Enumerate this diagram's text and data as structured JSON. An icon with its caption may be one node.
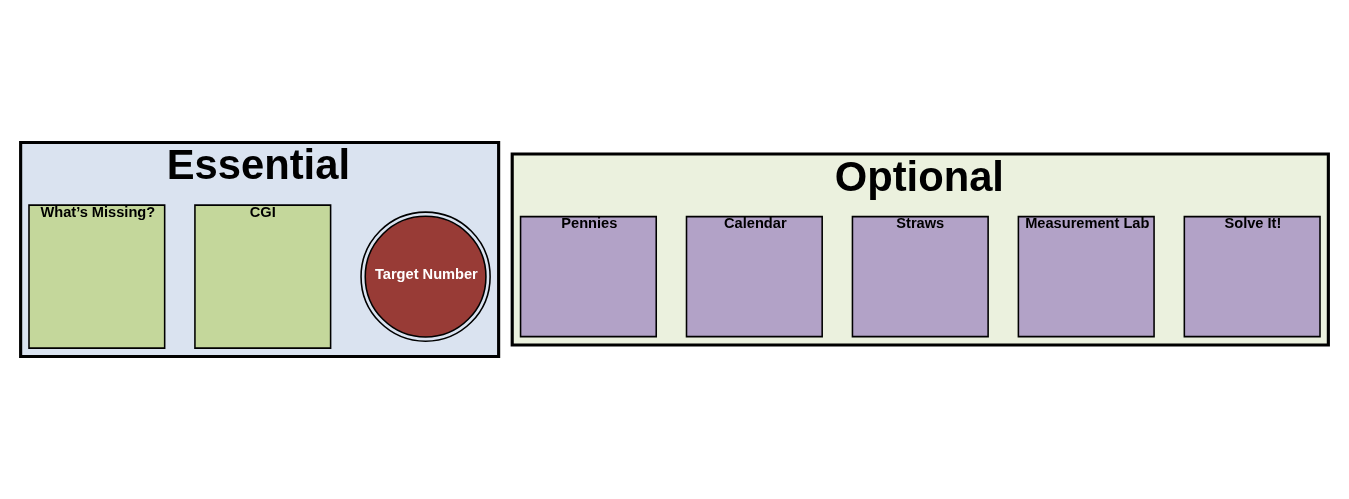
{
  "diagram": {
    "nodes": [
      {
        "text": [
          "Essential"
        ]
      },
      {
        "text": [
          "Target Number"
        ],
        "in": 0
      },
      {
        "text": [
          "CGI"
        ],
        "in": 0
      },
      {
        "text": [
          "What’s Missing?"
        ],
        "in": 0
      },
      {
        "text": [
          "Optional"
        ]
      },
      {
        "text": [
          "Solve It!"
        ],
        "in": 4
      },
      {
        "text": [
          "Measurement Lab"
        ],
        "in": 4
      },
      {
        "text": [
          "Straws"
        ],
        "in": 4
      },
      {
        "text": [
          "Calendar"
        ],
        "in": 4
      },
      {
        "text": [
          "Pennies"
        ],
        "in": 4
      }
    ],
    "edges": []
  }
}
